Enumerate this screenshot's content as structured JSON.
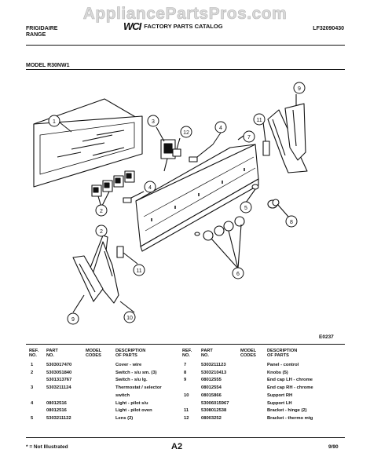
{
  "watermark": "AppliancePartsPros.com",
  "header": {
    "brand_line1": "FRIGIDAIRE",
    "brand_line2": "RANGE",
    "logo": "WCI",
    "catalog": "FACTORY PARTS CATALOG",
    "doc_number": "LF32090430"
  },
  "model": "MODEL R30NW1",
  "drawing_code": "E0237",
  "callouts": [
    "1",
    "2",
    "3",
    "12",
    "4",
    "7",
    "11",
    "9",
    "4",
    "2",
    "5",
    "6",
    "8",
    "11",
    "9",
    "10"
  ],
  "table": {
    "left": {
      "headers": {
        "ref": [
          "REF.",
          "NO."
        ],
        "part": [
          "PART",
          "NO."
        ],
        "model": [
          "MODEL",
          "CODES"
        ],
        "desc": [
          "DESCRIPTION",
          "OF PARTS"
        ]
      },
      "rows": [
        {
          "ref": "1",
          "part": "5303017470",
          "desc": "Cover - wire"
        },
        {
          "ref": "2",
          "part": "5303051840",
          "desc": "Switch - s/u sm.   (3)"
        },
        {
          "ref": "",
          "part": "5301313767",
          "desc": "Switch - s/u  lg."
        },
        {
          "ref": "3",
          "part": "5303211124",
          "desc": "Thermostat / selector"
        },
        {
          "ref": "",
          "part": "",
          "desc": "switch"
        },
        {
          "ref": "4",
          "part": "08012516",
          "desc": "Light - pilot s/u"
        },
        {
          "ref": "",
          "part": "08012516",
          "desc": "Light - pilot oven"
        },
        {
          "ref": "5",
          "part": "5303211122",
          "desc": "Lens (2)"
        }
      ]
    },
    "right": {
      "headers": {
        "ref": [
          "REF.",
          "NO."
        ],
        "part": [
          "PART",
          "NO."
        ],
        "model": [
          "MODEL",
          "CODES"
        ],
        "desc": [
          "DESCRIPTION",
          "OF PARTS"
        ]
      },
      "rows": [
        {
          "ref": "7",
          "part": "5303211123",
          "desc": "Panel - control"
        },
        {
          "ref": "8",
          "part": "5303210413",
          "desc": "Knobs (5)"
        },
        {
          "ref": "9",
          "part": "08012555",
          "desc": "End cap LH - chrome"
        },
        {
          "ref": "",
          "part": "08012554",
          "desc": "End cap RH - chrome"
        },
        {
          "ref": "10",
          "part": "08015866",
          "desc": "Support RH"
        },
        {
          "ref": "",
          "part": "53006015967",
          "desc": "Support LH"
        },
        {
          "ref": "11",
          "part": "5308012538",
          "desc": "Bracket - hinge (2)"
        },
        {
          "ref": "12",
          "part": "08003252",
          "desc": "Bracket - thermo mtg"
        }
      ]
    }
  },
  "footer": {
    "note": "* = Not Illustrated",
    "page": "A2",
    "date": "9/90"
  }
}
